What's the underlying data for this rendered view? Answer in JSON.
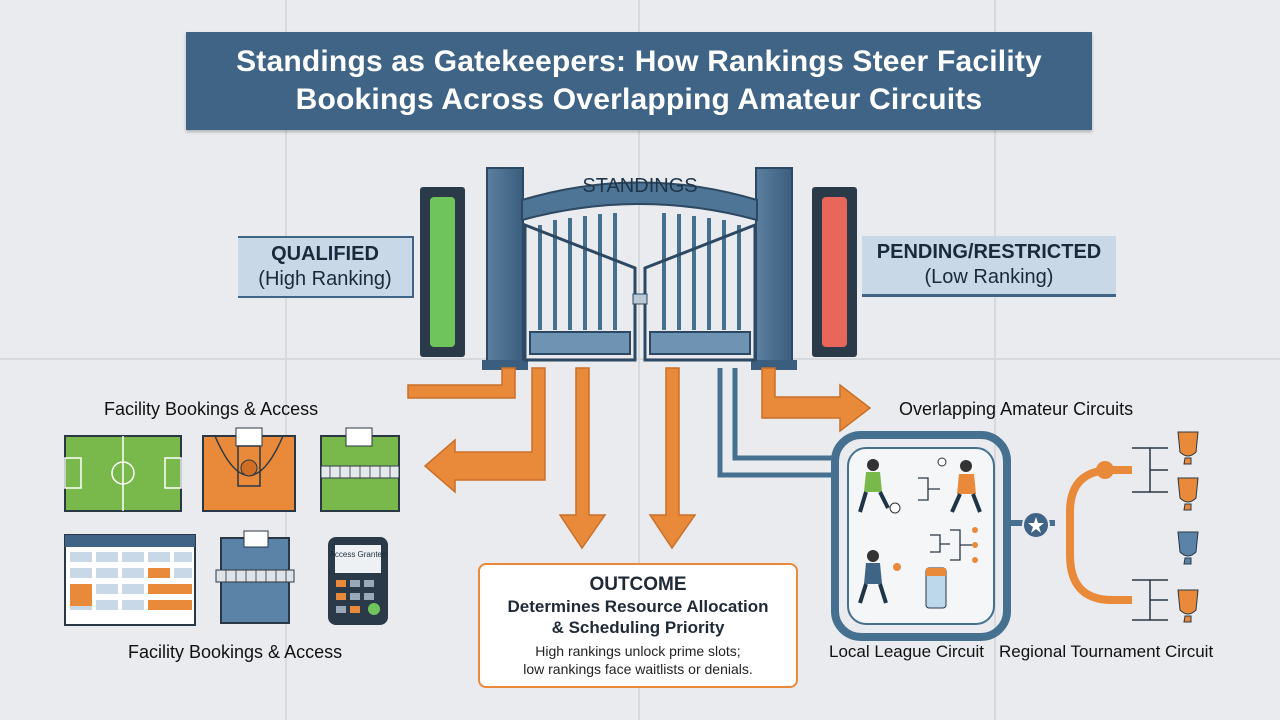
{
  "title": {
    "line1": "Standings as Gatekeepers: How Rankings Steer Facility",
    "line2": "Bookings Across Overlapping Amateur Circuits"
  },
  "gate": {
    "sign": "STANDINGS"
  },
  "qualified": {
    "label": "QUALIFIED",
    "sub": "(High Ranking)",
    "color": "#6fc55a"
  },
  "restricted": {
    "label": "PENDING/RESTRICTED",
    "sub": "(Low Ranking)",
    "color": "#e9665a"
  },
  "facilities": {
    "label_top": "Facility Bookings & Access",
    "label_bottom": "Facility Bookings & Access",
    "terminal_text": "Access Granted"
  },
  "circuits": {
    "label": "Overlapping Amateur Circuits",
    "local": "Local League Circuit",
    "regional": "Regional Tournament Circuit"
  },
  "outcome": {
    "title": "OUTCOME",
    "line1": "Determines Resource Allocation",
    "line2": "& Scheduling Priority",
    "desc1": "High rankings unlock prime slots;",
    "desc2": "low rankings face waitlists or denials."
  },
  "colors": {
    "navy": "#3f6485",
    "orange": "#e98a3a",
    "accent_blue": "#46708f"
  }
}
